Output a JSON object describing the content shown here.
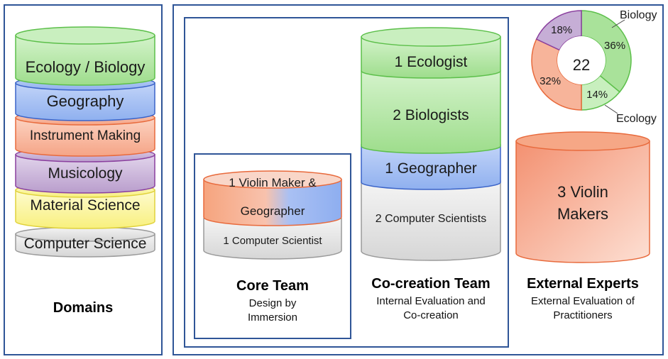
{
  "domains": {
    "title": "Domains",
    "layers": [
      {
        "label": "Ecology / Biology",
        "color": "#a9e29a"
      },
      {
        "label": "Geography",
        "color": "#9cb8f2"
      },
      {
        "label": "Instrument Making",
        "color": "#f6b59b"
      },
      {
        "label": "Musicology",
        "color": "#c6aed6"
      },
      {
        "label": "Material Science",
        "color": "#fbf59a"
      },
      {
        "label": "Computer Science",
        "color": "#e2e2e2"
      }
    ]
  },
  "core_team": {
    "title": "Core Team",
    "subtitle_line1": "Design by",
    "subtitle_line2": "Immersion",
    "member_line1": "1 Violin Maker &",
    "member_line2": "Geographer",
    "member3": "1 Computer Scientist"
  },
  "cocreation_team": {
    "title": "Co-creation Team",
    "subtitle_line1": "Internal Evaluation and",
    "subtitle_line2": "Co-creation",
    "members": [
      "1 Ecologist",
      "2 Biologists",
      "1 Geographer",
      "2 Computer Scientists"
    ]
  },
  "external_experts": {
    "title": "External Experts",
    "subtitle_line1": "External Evaluation of",
    "subtitle_line2": "Practitioners",
    "members_line1": "3 Violin",
    "members_line2": "Makers"
  },
  "chart_data": {
    "type": "pie",
    "total_label": "22",
    "slices": [
      {
        "label": "Biology",
        "value": 36,
        "value_label": "36%",
        "color": "#a9e29a"
      },
      {
        "label": "Ecology",
        "value": 14,
        "value_label": "14%",
        "color": "#c8efbe"
      },
      {
        "label": "",
        "value": 32,
        "value_label": "32%",
        "color": "#f7b49a"
      },
      {
        "label": "",
        "value": 18,
        "value_label": "18%",
        "color": "#c6aed6"
      }
    ]
  },
  "colors": {
    "frame": "#2f5597",
    "green": "#a9e29a",
    "blue": "#9cb8f2",
    "orange": "#f6b59b",
    "purple": "#c6aed6",
    "yellow": "#fbf59a",
    "gray": "#e2e2e2"
  }
}
